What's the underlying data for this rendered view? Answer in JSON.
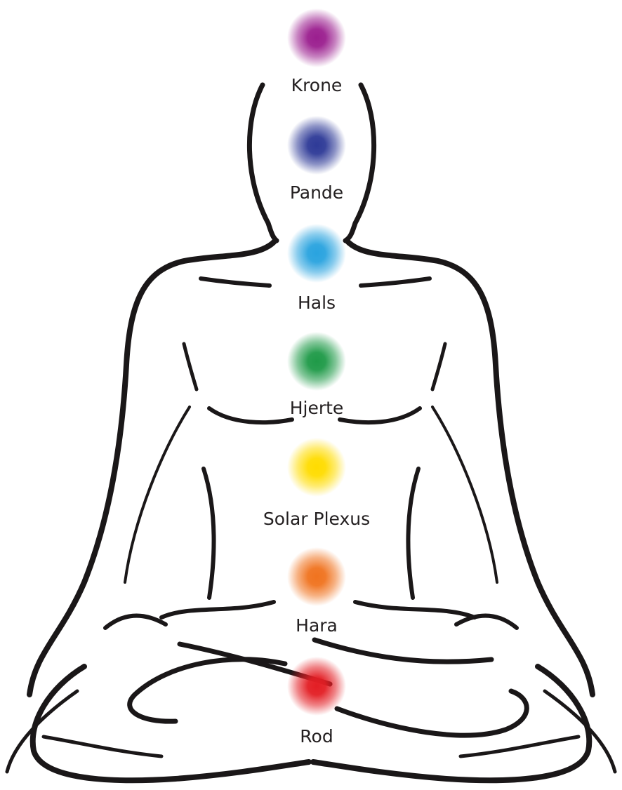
{
  "chakras": [
    {
      "id": "krone",
      "label": "Krone",
      "color": "#9b1f8f"
    },
    {
      "id": "pande",
      "label": "Pande",
      "color": "#2e3a97"
    },
    {
      "id": "hals",
      "label": "Hals",
      "color": "#29a3df"
    },
    {
      "id": "hjerte",
      "label": "Hjerte",
      "color": "#1f9a48"
    },
    {
      "id": "solar-plexus",
      "label": "Solar Plexus",
      "color": "#ffdc00"
    },
    {
      "id": "hara",
      "label": "Hara",
      "color": "#f0731f"
    },
    {
      "id": "rod",
      "label": "Rod",
      "color": "#e31e24"
    }
  ],
  "figure": {
    "outline_color": "#1a1718",
    "background": "#ffffff"
  }
}
